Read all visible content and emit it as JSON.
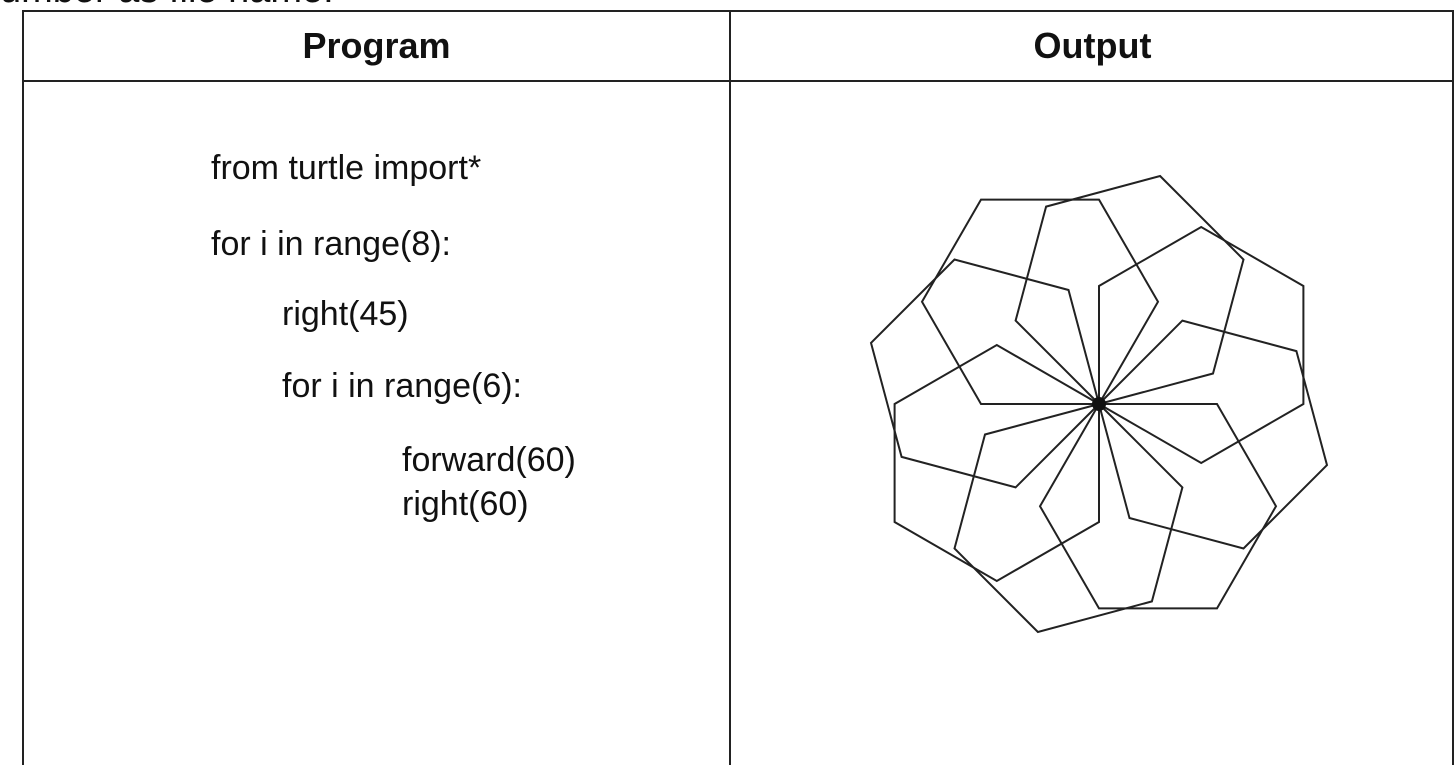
{
  "top_text": "umber as file name.",
  "headers": {
    "program": "Program",
    "output": "Output"
  },
  "program_lines": [
    "from turtle import*",
    "for i in range(8):",
    "right(45)",
    "for i in range(6):",
    "forward(60)",
    "right(60)"
  ]
}
